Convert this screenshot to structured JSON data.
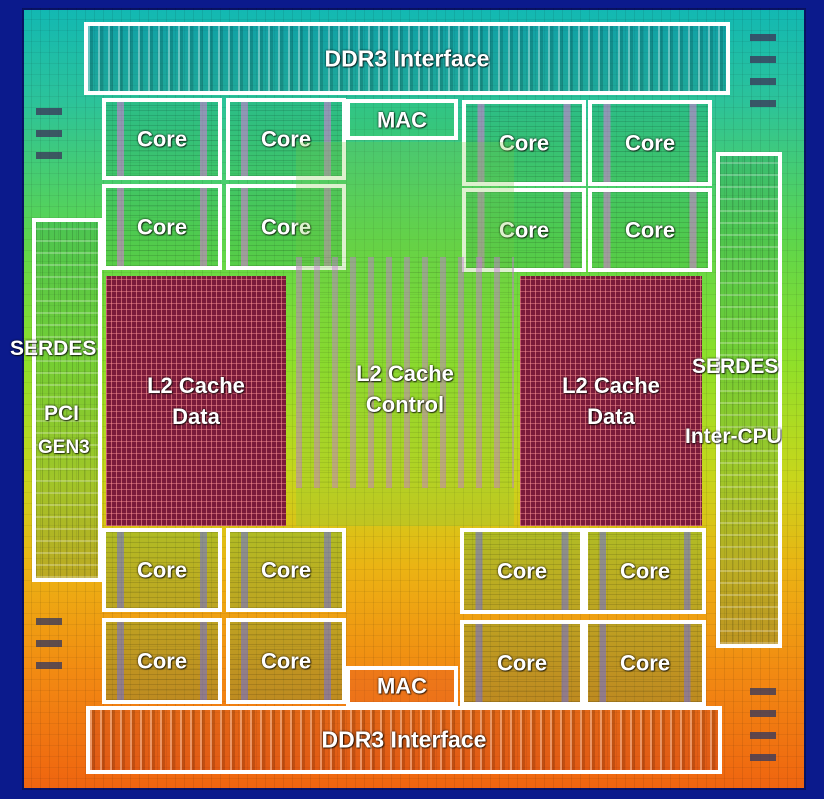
{
  "ddr_top": {
    "label": "DDR3 Interface"
  },
  "ddr_bottom": {
    "label": "DDR3 Interface"
  },
  "mac_top": {
    "label": "MAC"
  },
  "mac_bottom": {
    "label": "MAC"
  },
  "core_label": "Core",
  "cache_left": {
    "line1": "L2 Cache",
    "line2": "Data"
  },
  "cache_right": {
    "line1": "L2 Cache",
    "line2": "Data"
  },
  "cache_control": {
    "line1": "L2 Cache",
    "line2": "Control"
  },
  "left_io": {
    "serdes": "SERDES",
    "pci": "PCI",
    "gen": "GEN3"
  },
  "right_io": {
    "serdes": "SERDES",
    "inter": "Inter-CPU"
  }
}
